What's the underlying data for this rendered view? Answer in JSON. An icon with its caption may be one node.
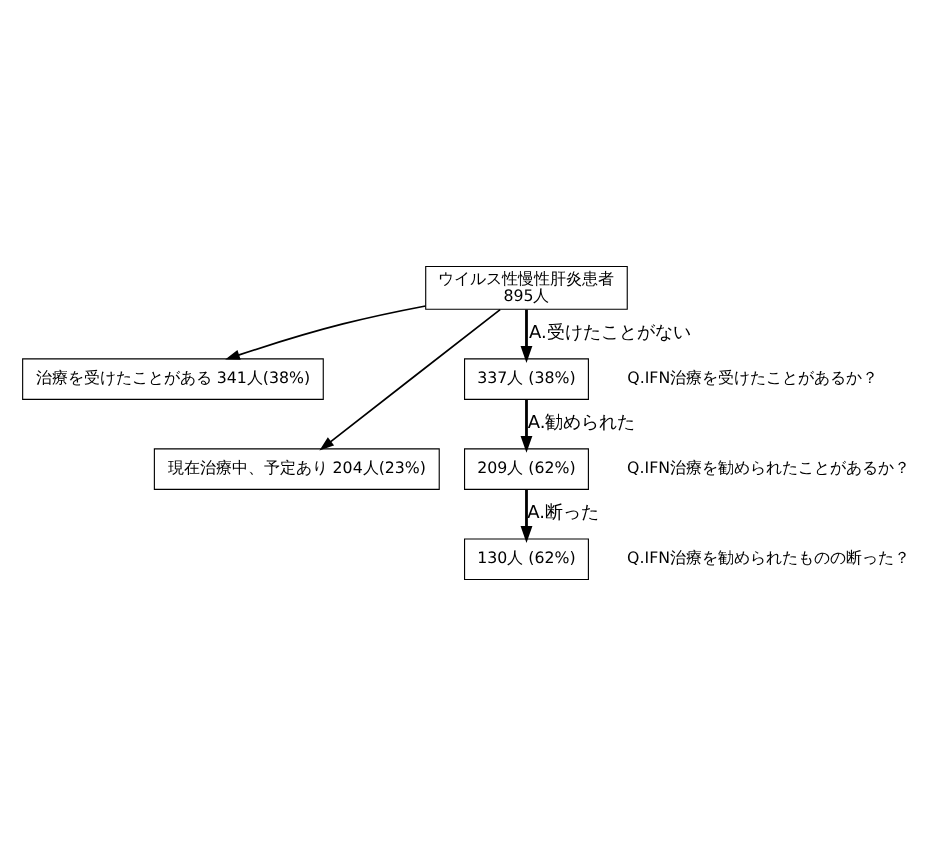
{
  "diagram": {
    "nodes": [
      {
        "text": [
          "ウイルス性慢性肝炎患者",
          "895人"
        ]
      },
      {
        "text": [
          "治療を受けたことがある 341人(38%)"
        ]
      },
      {
        "text": [
          "現在治療中、予定あり 204人(23%)"
        ]
      },
      {
        "text": [
          "337人 (38%)"
        ]
      },
      {
        "text": [
          "209人 (62%)"
        ]
      },
      {
        "text": [
          "130人 (62%)"
        ]
      }
    ],
    "edges": [
      {
        "from": 0,
        "to": 1,
        "arrow": "to"
      },
      {
        "from": 0,
        "to": 2,
        "arrow": "to"
      },
      {
        "from": 0,
        "to": 3,
        "arrow": "to",
        "label": "A.受けたことがない"
      },
      {
        "from": 3,
        "to": 4,
        "arrow": "to",
        "label": "A.勧められた"
      },
      {
        "from": 4,
        "to": 5,
        "arrow": "to",
        "label": "A.断った"
      }
    ],
    "labels": [
      "Q.IFN治療を受けたことがあるか？",
      "Q.IFN治療を勧められたことがあるか？",
      "Q.IFN治療を勧められたものの断った？"
    ]
  }
}
